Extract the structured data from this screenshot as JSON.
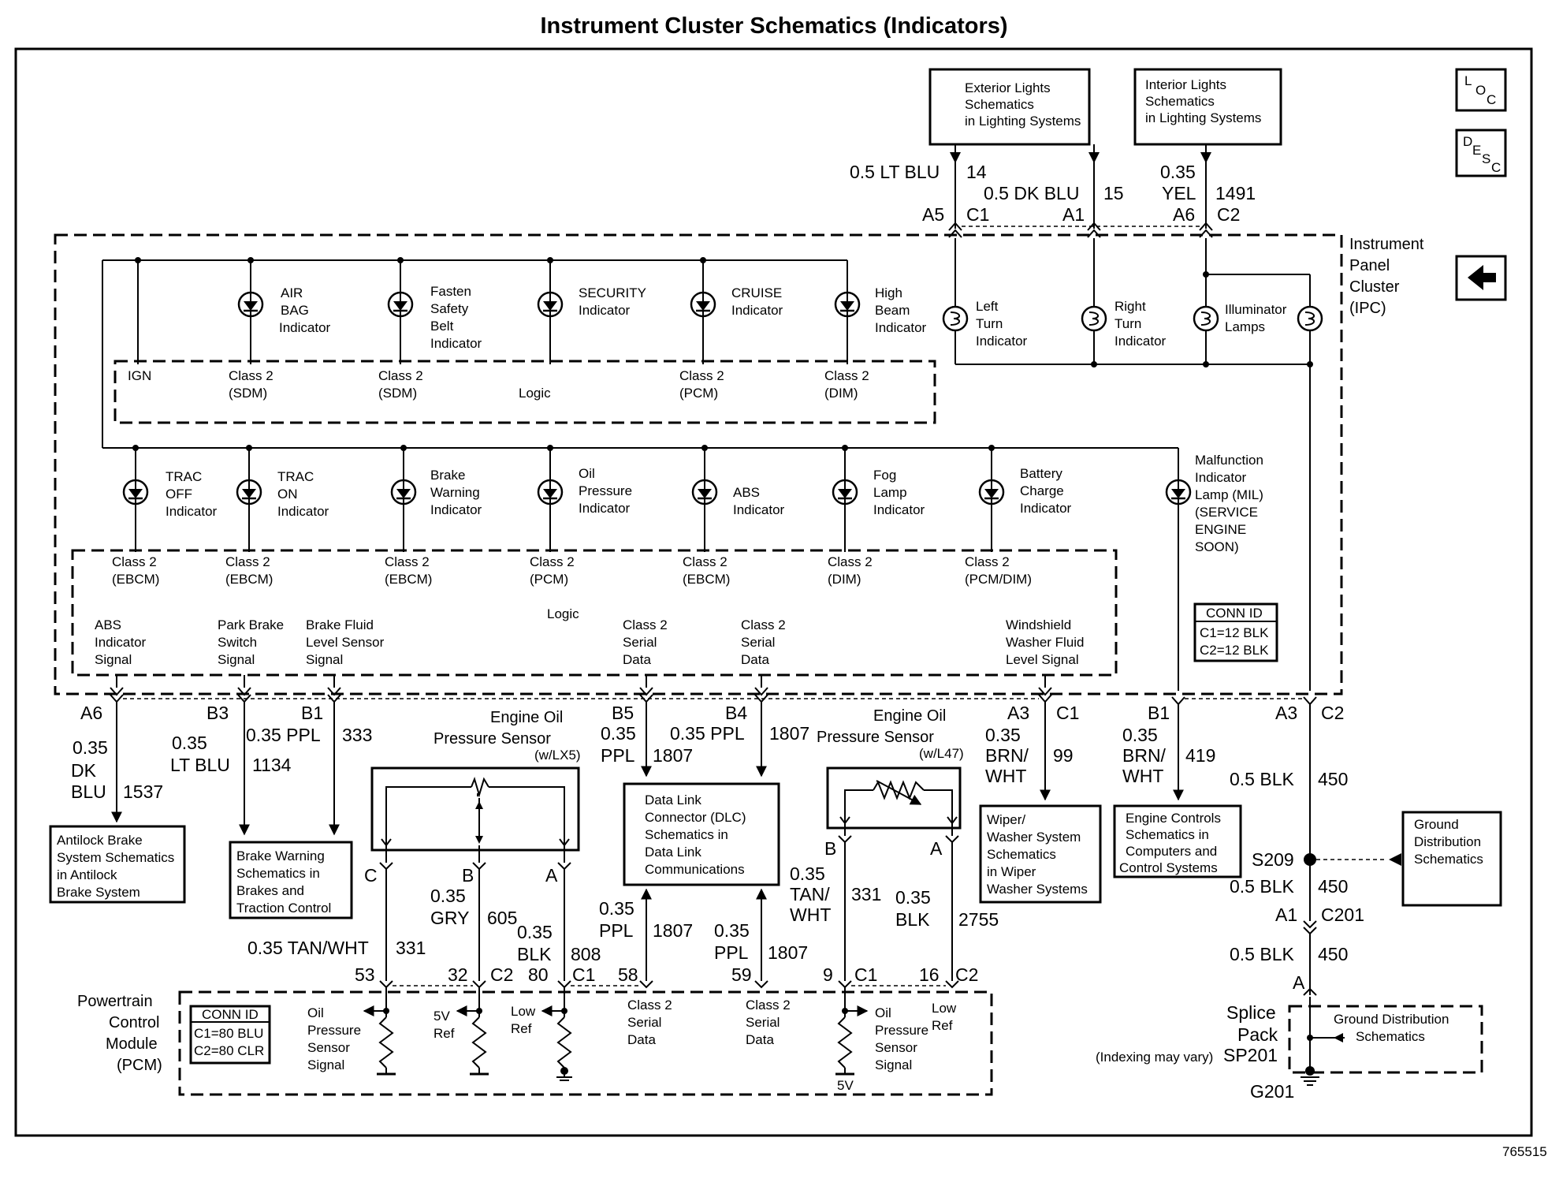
{
  "title": "Instrument Cluster Schematics (Indicators)",
  "figure_id": "765515",
  "nav_icons": {
    "loc": [
      "L",
      "O",
      "C"
    ],
    "desc": [
      "D",
      "E",
      "S",
      "C"
    ],
    "back": "back-arrow-icon"
  },
  "top_refs": {
    "exterior": [
      "Exterior Lights",
      "Schematics",
      "in Lighting Systems"
    ],
    "interior": [
      "Interior Lights",
      "Schematics",
      "in Lighting Systems"
    ]
  },
  "top_wires": {
    "w1": {
      "gauge": "0.5 LT BLU",
      "circuit": "14",
      "pin": "A5",
      "conn": "C1"
    },
    "w2": {
      "gauge": "0.5 DK BLU",
      "circuit": "15",
      "pin": "A1"
    },
    "w3": {
      "gauge1": "0.35",
      "gauge2": "YEL",
      "circuit": "1491",
      "pin": "A6",
      "conn": "C2"
    }
  },
  "ipc_label": [
    "Instrument",
    "Panel",
    "Cluster",
    "(IPC)"
  ],
  "top_indicators": [
    {
      "lines": [
        "AIR",
        "BAG",
        "Indicator"
      ]
    },
    {
      "lines": [
        "Fasten",
        "Safety",
        "Belt",
        "Indicator"
      ]
    },
    {
      "lines": [
        "SECURITY",
        "Indicator"
      ]
    },
    {
      "lines": [
        "CRUISE",
        "Indicator"
      ]
    },
    {
      "lines": [
        "High",
        "Beam",
        "Indicator"
      ]
    }
  ],
  "upper_logic": {
    "ign": "IGN",
    "logic": "Logic",
    "labels": [
      [
        "Class 2",
        "(SDM)"
      ],
      [
        "Class 2",
        "(SDM)"
      ],
      [
        "Class 2",
        "(PCM)"
      ],
      [
        "Class 2",
        "(DIM)"
      ]
    ]
  },
  "turn_lamps": [
    {
      "lines": [
        "Left",
        "Turn",
        "Indicator"
      ]
    },
    {
      "lines": [
        "Right",
        "Turn",
        "Indicator"
      ]
    },
    {
      "lines": [
        "Illuminator",
        "Lamps"
      ]
    }
  ],
  "bottom_indicators": [
    {
      "lines": [
        "TRAC",
        "OFF",
        "Indicator"
      ],
      "cls": [
        "Class 2",
        "(EBCM)"
      ]
    },
    {
      "lines": [
        "TRAC",
        "ON",
        "Indicator"
      ],
      "cls": [
        "Class 2",
        "(EBCM)"
      ]
    },
    {
      "lines": [
        "Brake",
        "Warning",
        "Indicator"
      ],
      "cls": [
        "Class 2",
        "(EBCM)"
      ]
    },
    {
      "lines": [
        "Oil",
        "Pressure",
        "Indicator"
      ],
      "cls": [
        "Class 2",
        "(PCM)"
      ]
    },
    {
      "lines": [
        "ABS",
        "Indicator"
      ],
      "cls": [
        "Class 2",
        "(EBCM)"
      ]
    },
    {
      "lines": [
        "Fog",
        "Lamp",
        "Indicator"
      ],
      "cls": [
        "Class 2",
        "(DIM)"
      ]
    },
    {
      "lines": [
        "Battery",
        "Charge",
        "Indicator"
      ],
      "cls": [
        "Class 2",
        "(PCM/DIM)"
      ]
    }
  ],
  "mil": [
    "Malfunction",
    "Indicator",
    "Lamp (MIL)",
    "(SERVICE",
    "ENGINE",
    "SOON)"
  ],
  "lower_logic": {
    "logic": "Logic",
    "signals": [
      [
        "ABS",
        "Indicator",
        "Signal"
      ],
      [
        "Park Brake",
        "Switch",
        "Signal"
      ],
      [
        "Brake Fluid",
        "Level Sensor",
        "Signal"
      ],
      [
        "Class 2",
        "Serial",
        "Data"
      ],
      [
        "Class 2",
        "Serial",
        "Data"
      ],
      [
        "Windshield",
        "Washer Fluid",
        "Level Signal"
      ]
    ]
  },
  "ipc_conn_id": [
    "CONN ID",
    "C1=12 BLK",
    "C2=12 BLK"
  ],
  "ipc_pins": {
    "a6": "A6",
    "b3": "B3",
    "b1": "B1",
    "b5": "B5",
    "b4": "B4",
    "a3c1": "A3",
    "c1": "C1",
    "b1m": "B1",
    "a3c2": "A3",
    "c2": "C2"
  },
  "lower_wires": {
    "abs": [
      "0.35",
      "DK",
      "BLU",
      "1537"
    ],
    "park": [
      "0.35",
      "LT BLU",
      "1134"
    ],
    "brakefluid": [
      "0.35 PPL",
      "333"
    ],
    "b5": [
      "0.35",
      "PPL",
      "1807"
    ],
    "b4": [
      "0.35 PPL",
      "1807"
    ],
    "washer": [
      "0.35",
      "BRN/",
      "WHT",
      "99"
    ],
    "mil": [
      "0.35",
      "BRN/",
      "WHT",
      "419"
    ],
    "ground": [
      "0.5 BLK",
      "450"
    ]
  },
  "ref_boxes": {
    "abs": [
      "Antilock Brake",
      "System Schematics",
      "in Antilock",
      "Brake System"
    ],
    "brake": [
      "Brake Warning",
      "Schematics in",
      "Brakes and",
      "Traction Control"
    ],
    "dlc": [
      "Data Link",
      "Connector (DLC)",
      "Schematics in",
      "Data Link",
      "Communications"
    ],
    "wiper": [
      "Wiper/",
      "Washer System",
      "Schematics",
      "in Wiper",
      "Washer Systems"
    ],
    "engine": [
      "Engine Controls",
      "Schematics in",
      "Computers and",
      "Control Systems"
    ],
    "ground1": [
      "Ground",
      "Distribution",
      "Schematics"
    ],
    "ground2": [
      "Ground Distribution",
      "Schematics"
    ]
  },
  "sensors": {
    "lx5": {
      "title": [
        "Engine Oil",
        "Pressure Sensor"
      ],
      "note": "(w/LX5)",
      "pins": [
        "C",
        "B",
        "A"
      ]
    },
    "l47": {
      "title": [
        "Engine Oil",
        "Pressure Sensor"
      ],
      "note": "(w/L47)",
      "pins": [
        "B",
        "A"
      ]
    }
  },
  "sensor_wires": {
    "c": [
      "0.35 TAN/WHT",
      "331"
    ],
    "b": [
      "0.35",
      "GRY",
      "605"
    ],
    "a": [
      "0.35",
      "BLK",
      "808"
    ],
    "dlc58": [
      "0.35",
      "PPL",
      "1807"
    ],
    "dlc59": [
      "0.35",
      "PPL",
      "1807"
    ],
    "l47b": [
      "0.35",
      "TAN/",
      "WHT",
      "331"
    ],
    "l47a": [
      "0.35",
      "BLK",
      "2755"
    ]
  },
  "pcm_pins": {
    "p53": "53",
    "p32": "32",
    "c2a": "C2",
    "p80": "80",
    "c1a": "C1",
    "p58": "58",
    "p59": "59",
    "p9": "9",
    "c1b": "C1",
    "p16": "16",
    "c2b": "C2"
  },
  "pcm": {
    "label": [
      "Powertrain",
      "Control",
      "Module",
      "(PCM)"
    ],
    "conn_id": [
      "CONN ID",
      "C1=80 BLU",
      "C2=80 CLR"
    ],
    "signals": {
      "oil1": [
        "Oil",
        "Pressure",
        "Sensor",
        "Signal"
      ],
      "ref5v": [
        "5V",
        "Ref"
      ],
      "lowref1": [
        "Low",
        "Ref"
      ],
      "ser58": [
        "Class 2",
        "Serial",
        "Data"
      ],
      "ser59": [
        "Class 2",
        "Serial",
        "Data"
      ],
      "oil2": [
        "Oil",
        "Pressure",
        "Sensor",
        "Signal"
      ],
      "lowref2": [
        "Low",
        "Ref"
      ],
      "v5": "5V"
    }
  },
  "splice": {
    "s209": "S209",
    "a1": "A1",
    "c201": "C201",
    "a": "A",
    "label": [
      "Splice",
      "Pack"
    ],
    "indexing": "(Indexing may vary)",
    "sp": "SP201",
    "g": "G201"
  }
}
